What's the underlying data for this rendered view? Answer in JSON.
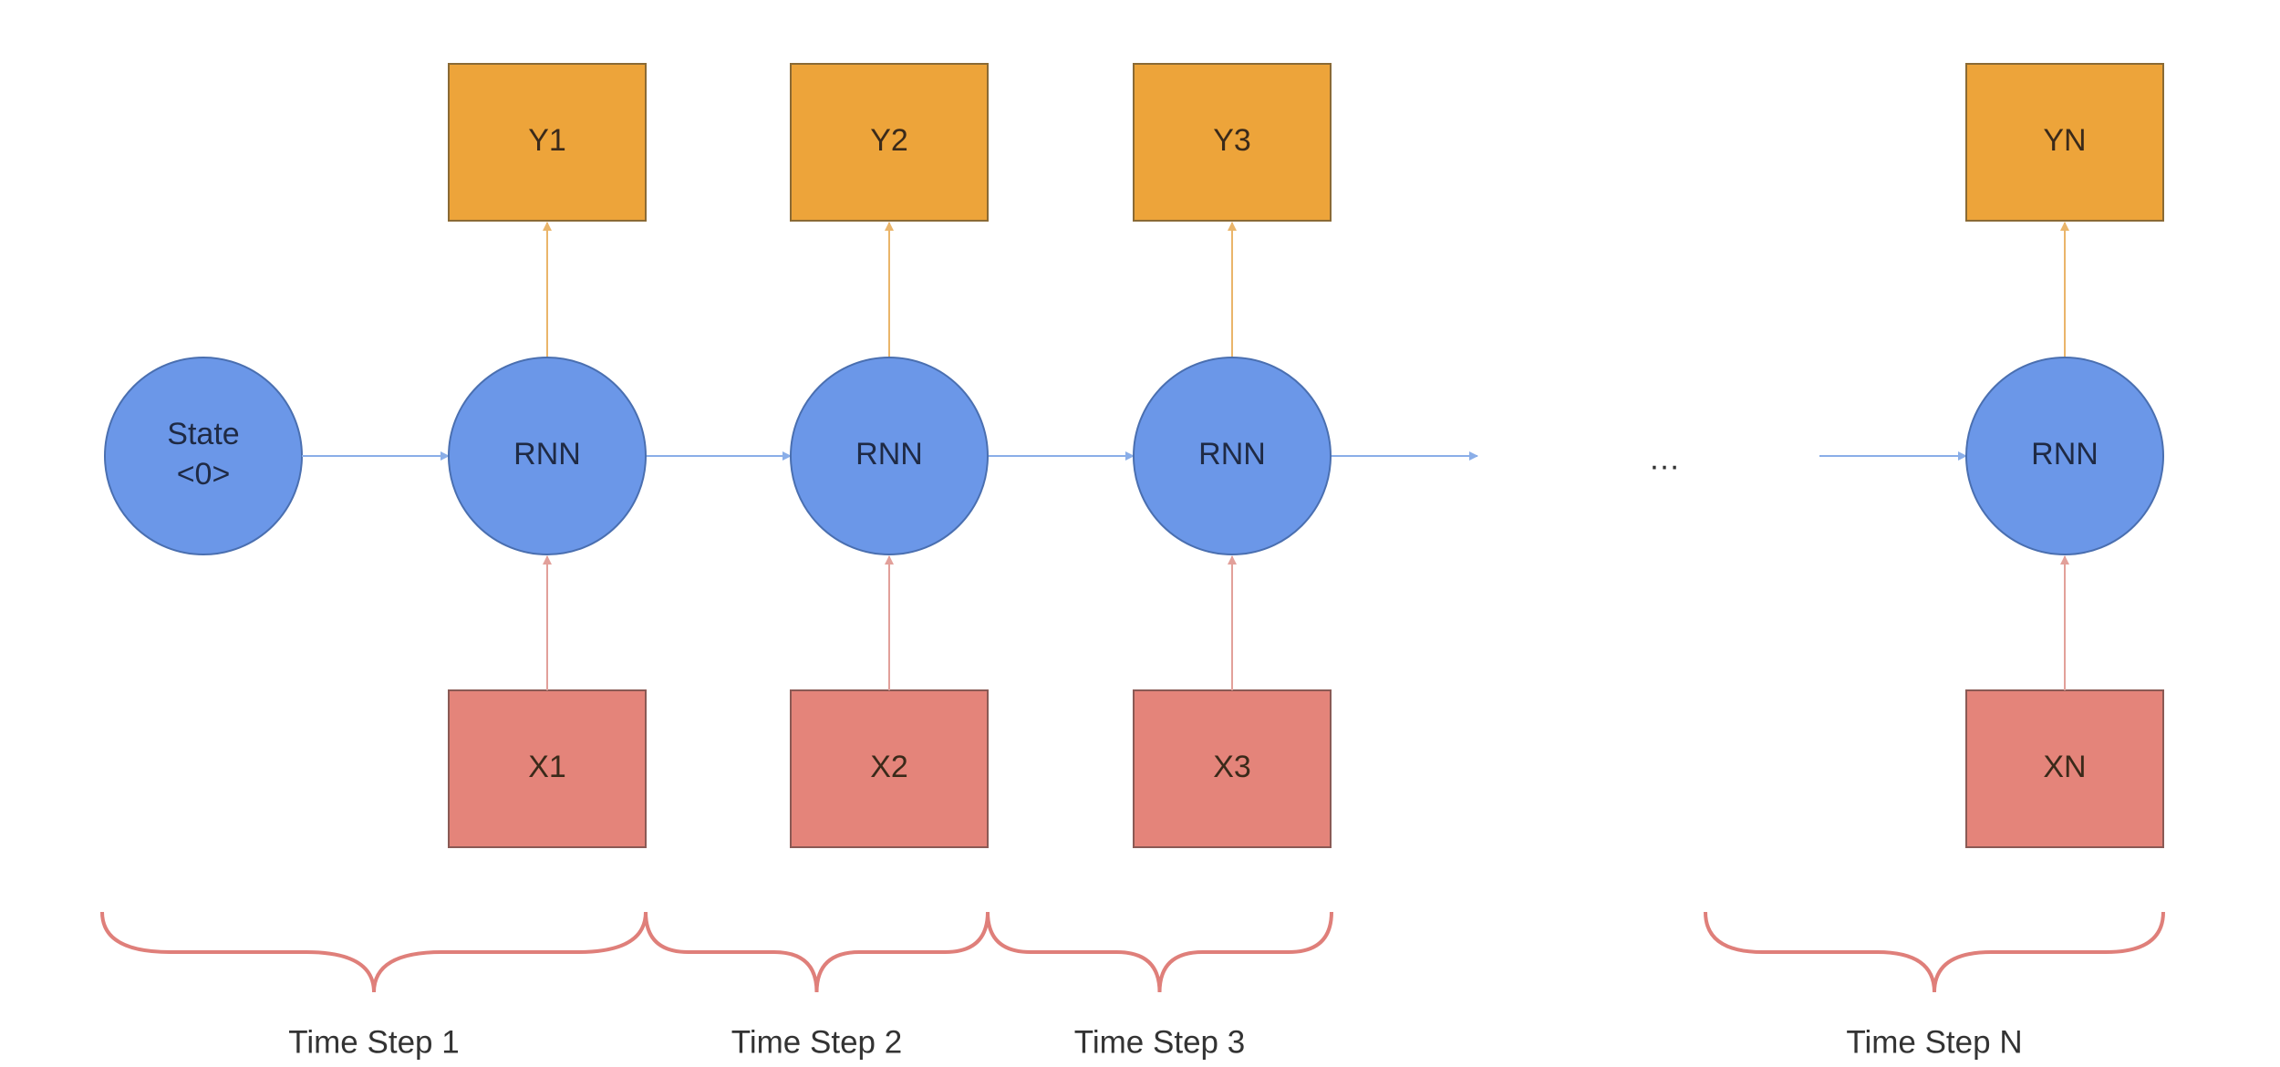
{
  "colors": {
    "rnn_fill": "#6b97e8",
    "rnn_stroke": "#4a6fb0",
    "output_fill": "#eda43a",
    "output_stroke": "#8a6a35",
    "input_fill": "#e4847a",
    "input_stroke": "#8a5a55",
    "output_arrow": "#eab56a",
    "input_arrow": "#e2a09a",
    "state_arrow": "#8aaee8",
    "brace": "#df7f7a"
  },
  "initial_state": {
    "line1": "State",
    "line2": "<0>"
  },
  "ellipsis": "…",
  "steps": [
    {
      "rnn_label": "RNN",
      "output_label": "Y1",
      "input_label": "X1",
      "caption": "Time Step 1"
    },
    {
      "rnn_label": "RNN",
      "output_label": "Y2",
      "input_label": "X2",
      "caption": "Time Step 2"
    },
    {
      "rnn_label": "RNN",
      "output_label": "Y3",
      "input_label": "X3",
      "caption": "Time Step 3"
    },
    {
      "rnn_label": "RNN",
      "output_label": "YN",
      "input_label": "XN",
      "caption": "Time Step N"
    }
  ]
}
